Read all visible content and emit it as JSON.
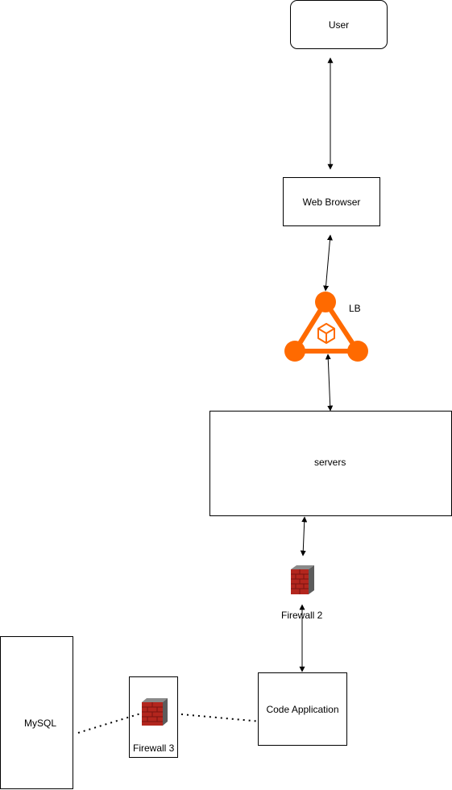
{
  "nodes": {
    "user": "User",
    "web_browser": "Web Browser",
    "lb": "LB",
    "servers": "servers",
    "firewall_2": "Firewall 2",
    "code_application": "Code Application",
    "mysql": "MySQL",
    "firewall_3": "Firewall 3"
  },
  "colors": {
    "lb_orange": "#ff6a00",
    "firewall_red": "#b3261e",
    "server_dark": "#1f2b33",
    "server_accent": "#3b6f86"
  },
  "icons": {
    "lb": "load-balancer-icon",
    "server": "server-rack-icon",
    "firewall": "firewall-brick-wall-icon",
    "database": "database-cylinder-icon"
  }
}
